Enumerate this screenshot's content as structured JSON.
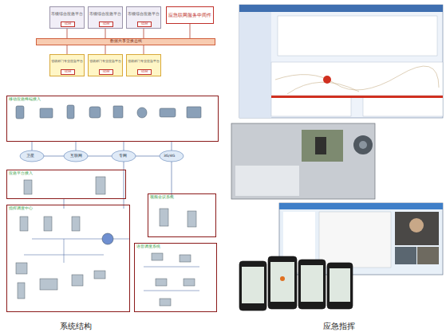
{
  "diagram": {
    "nodes": [
      {
        "text": [
          "市级综合应急平台"
        ]
      },
      {
        "text": [
          "SDM"
        ],
        "in": 0
      },
      {
        "text": [
          "市级综合应急平台"
        ]
      },
      {
        "text": [
          "SDM"
        ],
        "in": 2
      },
      {
        "text": [
          "市级综合应急平台"
        ]
      },
      {
        "text": [
          "SDM"
        ],
        "in": 4
      },
      {
        "text": [
          "应急联网服务中间件"
        ]
      },
      {
        "text": [
          "数据共享交换总线"
        ]
      },
      {
        "text": [
          "省级部门专业应急平台"
        ]
      },
      {
        "text": [
          "SDM"
        ],
        "in": 8
      },
      {
        "text": [
          "省级部门专业应急平台"
        ]
      },
      {
        "text": [
          "SDM"
        ],
        "in": 10
      },
      {
        "text": [
          "省级部门专业应急平台"
        ]
      },
      {
        "text": [
          "SDM"
        ],
        "in": 12
      },
      {
        "text": [
          "移动应急终端接入"
        ]
      },
      {
        "text": [
          "应急平台接入"
        ]
      },
      {
        "text": [
          "视频会议系统"
        ]
      },
      {
        "text": [
          "指挥调度中心"
        ]
      },
      {
        "text": [
          "语音调度系统"
        ]
      }
    ],
    "edges": [
      {
        "from": 0,
        "to": 7,
        "arrow": "none"
      },
      {
        "from": 2,
        "to": 7,
        "arrow": "none"
      },
      {
        "from": 4,
        "to": 7,
        "arrow": "none"
      },
      {
        "from": 6,
        "to": 7,
        "arrow": "none"
      },
      {
        "from": 7,
        "to": 8,
        "arrow": "none"
      },
      {
        "from": 7,
        "to": 10,
        "arrow": "none"
      },
      {
        "from": 7,
        "to": 12,
        "arrow": "none"
      }
    ],
    "labels": [
      "卫星",
      "互联网",
      "专网",
      "3G/4G",
      "系统结构",
      "应急指挥"
    ]
  }
}
